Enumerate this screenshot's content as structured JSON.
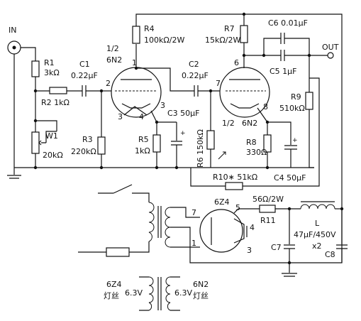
{
  "labels": {
    "in": "IN",
    "out": "OUT",
    "r1_name": "R1",
    "r1_val": "3kΩ",
    "r2": "R2  1kΩ",
    "c1_name": "C1",
    "c1_val": "0.22μF",
    "v1_half": "1/2",
    "v1_type": "6N2",
    "r4_name": "R4",
    "r4_val": "100kΩ/2W",
    "c2_name": "C2",
    "c2_val": "0.22μF",
    "r7_name": "R7",
    "r7_val": "15kΩ/2W",
    "c6": "C6  0.01μF",
    "c5": "C5  1μF",
    "r9_name": "R9",
    "r9_val": "510kΩ",
    "w1_name": "W1",
    "w1_val": "20kΩ",
    "r3_name": "R3",
    "r3_val": "220kΩ",
    "r5_name": "R5",
    "r5_val": "1kΩ",
    "c3": "C3  50μF",
    "r6": "R6  150kΩ",
    "v2_half": "1/2",
    "v2_type": "6N2",
    "r8_name": "R8",
    "r8_val": "330Ω",
    "c4": "C4  50μF",
    "r10": "R10∗  51kΩ",
    "pin1": "1",
    "pin2": "2",
    "pin3a": "3",
    "pin3b": "3",
    "pin4": "4",
    "pin6": "6",
    "pin7": "7",
    "pin8": "8",
    "rect_type": "6Z4",
    "rect_pin5": "5",
    "rect_pin7": "7",
    "rect_pin4": "4",
    "rect_pin1": "1",
    "rect_pin3": "3",
    "r11_val": "56Ω/2W",
    "r11_name": "R11",
    "l": "L",
    "cap_val": "47μF/450V",
    "x2": "x2",
    "c7": "C7",
    "c8": "C8",
    "fil1_type": "6Z4",
    "fil1_word": "灯丝",
    "fil1_v": "6.3V",
    "fil2_type": "6N2",
    "fil2_word": "灯丝",
    "fil2_v": "6.3V"
  }
}
